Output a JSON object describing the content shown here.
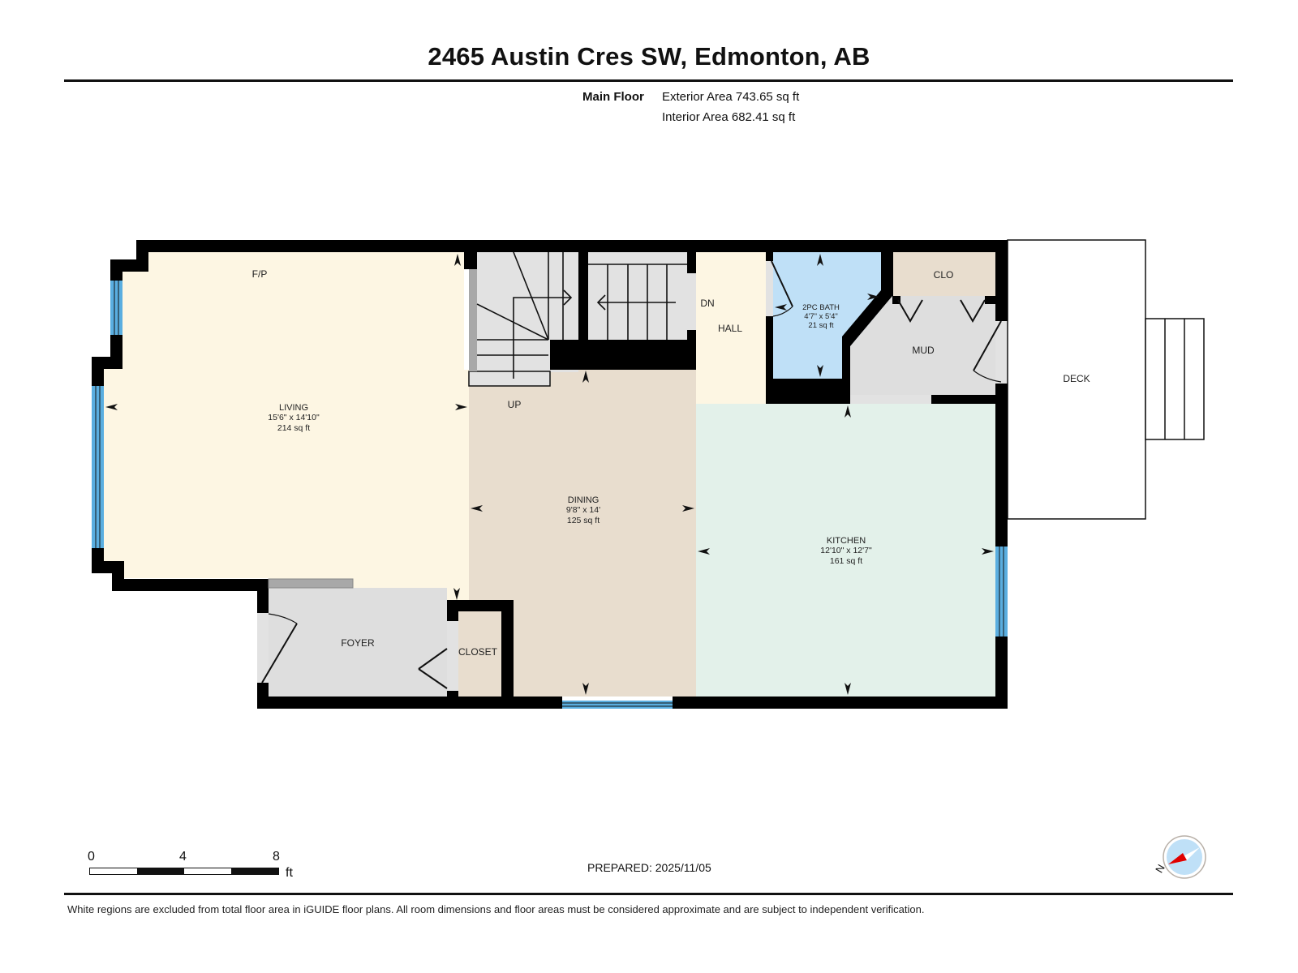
{
  "header": {
    "title": "2465 Austin Cres SW, Edmonton, AB",
    "floor_label": "Main Floor",
    "exterior_area": "Exterior Area 743.65 sq ft",
    "interior_area": "Interior Area 682.41 sq ft"
  },
  "rooms": {
    "living": {
      "name": "LIVING",
      "dims": "15'6\" x 14'10\"",
      "area": "214 sq ft",
      "color": "#fdf6e3"
    },
    "dining": {
      "name": "DINING",
      "dims": "9'8\" x 14'",
      "area": "125 sq ft",
      "color": "#e8ddce"
    },
    "kitchen": {
      "name": "KITCHEN",
      "dims": "12'10\" x 12'7\"",
      "area": "161 sq ft",
      "color": "#e3f1ea"
    },
    "bath": {
      "name": "2PC BATH",
      "dims": "4'7\" x 5'4\"",
      "area": "21 sq ft",
      "color": "#bfe0f7"
    },
    "hall": {
      "name": "HALL",
      "color": "#fdf6e3"
    },
    "mud": {
      "name": "MUD",
      "color": "#dedede"
    },
    "clo": {
      "name": "CLO",
      "color": "#e8ddce"
    },
    "foyer": {
      "name": "FOYER",
      "color": "#dedede"
    },
    "closet": {
      "name": "CLOSET",
      "color": "#e8ddce"
    },
    "deck": {
      "name": "DECK",
      "color": "#ffffff"
    }
  },
  "labels": {
    "fireplace": "F/P",
    "stairs_up": "UP",
    "stairs_down": "DN"
  },
  "colors": {
    "wall": "#000000",
    "window": "#5aaee0",
    "stair_fill": "#e2e2e2",
    "railing": "#a8a8a8"
  },
  "scale_bar": {
    "ticks": [
      "0",
      "4",
      "8"
    ],
    "unit": "ft"
  },
  "compass": {
    "label": "N",
    "ring_color": "#bfe0f7",
    "needle_color": "#e00000"
  },
  "footer": {
    "prepared": "PREPARED: 2025/11/05",
    "disclaimer": "White regions are excluded from total floor area in iGUIDE floor plans. All room dimensions and floor areas must be considered approximate and are subject to independent verification."
  }
}
